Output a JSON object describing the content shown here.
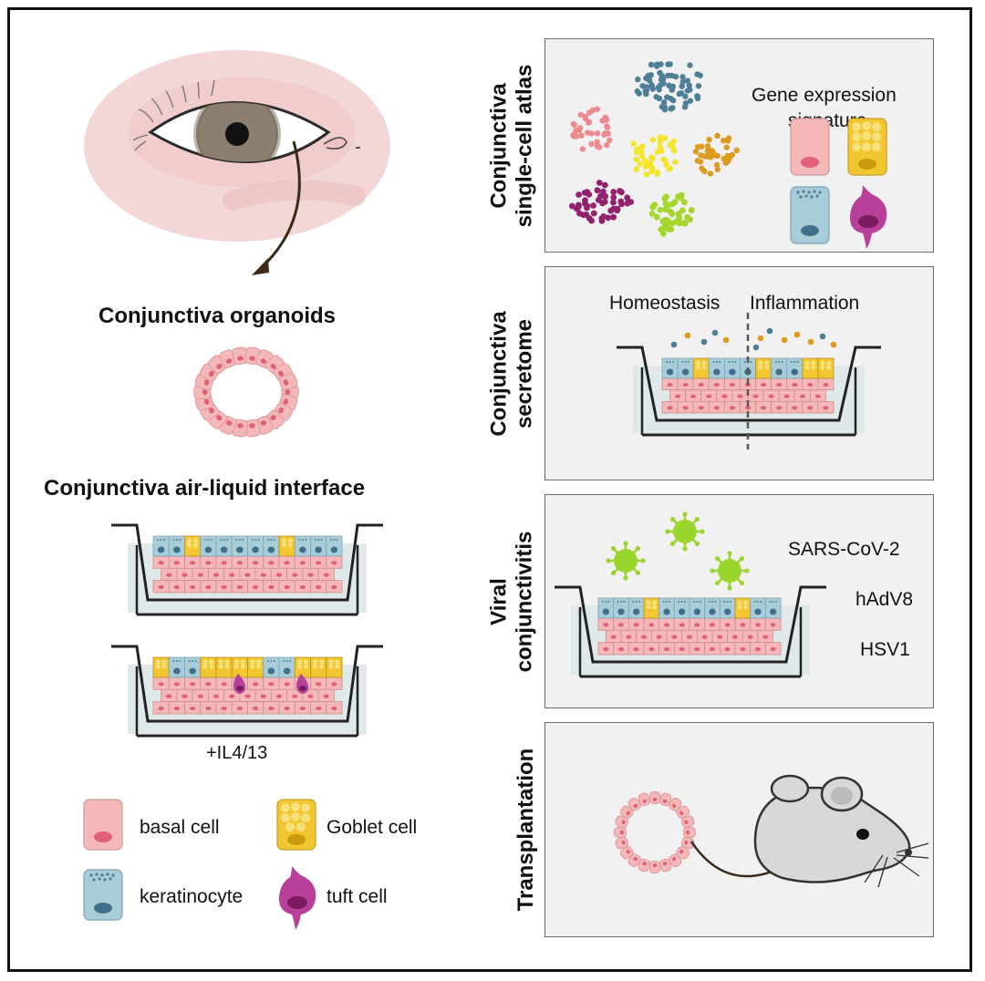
{
  "left": {
    "organoids_title": "Conjunctiva organoids",
    "ali_title": "Conjunctiva air-liquid interface",
    "il_label": "+IL4/13"
  },
  "legend": {
    "basal": "basal cell",
    "goblet": "Goblet cell",
    "keratinocyte": "keratinocyte",
    "tuft": "tuft cell"
  },
  "panels": {
    "atlas": {
      "label_line1": "Conjunctiva",
      "label_line2": "single-cell atlas",
      "gene_line1": "Gene expression",
      "gene_line2": "signature"
    },
    "secretome": {
      "label_line1": "Conjunctiva",
      "label_line2": "secretome",
      "homeostasis": "Homeostasis",
      "inflammation": "Inflammation"
    },
    "viral": {
      "label_line1": "Viral",
      "label_line2": "conjunctivitis",
      "viruses": [
        "SARS-CoV-2",
        "hAdV8",
        "HSV1"
      ]
    },
    "transplant": {
      "label": "Transplantation"
    }
  },
  "colors": {
    "basal": "#f4b8b8",
    "basal_nucleus": "#e0607a",
    "goblet": "#f2c630",
    "keratinocyte": "#a9cdd8",
    "keratinocyte_nucleus": "#3f6f8a",
    "tuft": "#b8409a",
    "liquid": "#dfe9ea",
    "virus": "#9ad52e",
    "cluster_blue": "#4f7f97",
    "cluster_pink": "#ee8a8f",
    "cluster_yellow": "#f3e52a",
    "cluster_orange": "#dd9a1f",
    "cluster_purple": "#92226e",
    "cluster_green": "#a4d62d"
  }
}
